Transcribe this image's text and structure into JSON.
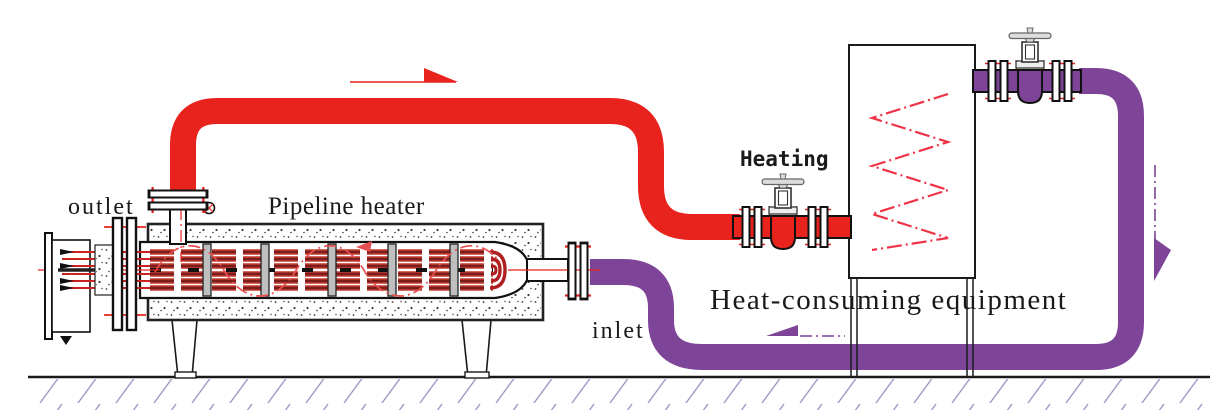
{
  "diagram": {
    "title_implicit": "Pipeline heater heating loop",
    "labels": {
      "outlet": "outlet",
      "pipeline_heater": "Pipeline heater",
      "heating": "Heating",
      "heat_consuming_equipment": "Heat-consuming equipment",
      "inlet": "inlet"
    },
    "colors": {
      "hot_pipe": "#e8231e",
      "return_pipe": "#7d4498",
      "coil_red": "#ef3347",
      "tube_dark": "#7a1d1d",
      "tube_red": "#c43b2e",
      "hatch": "#9a9ac6",
      "outline": "#1a1a1a",
      "valve_metal": "#dcdcdc"
    },
    "icons": {
      "hot_flow_arrow": "right-arrow",
      "return_flow_arrow_side": "down-arrow",
      "return_flow_arrow_bottom": "left-arrow",
      "heating_coil": "zigzag-coil",
      "valves": "gate-valve-with-handwheel",
      "vent": "vent-circle"
    }
  }
}
